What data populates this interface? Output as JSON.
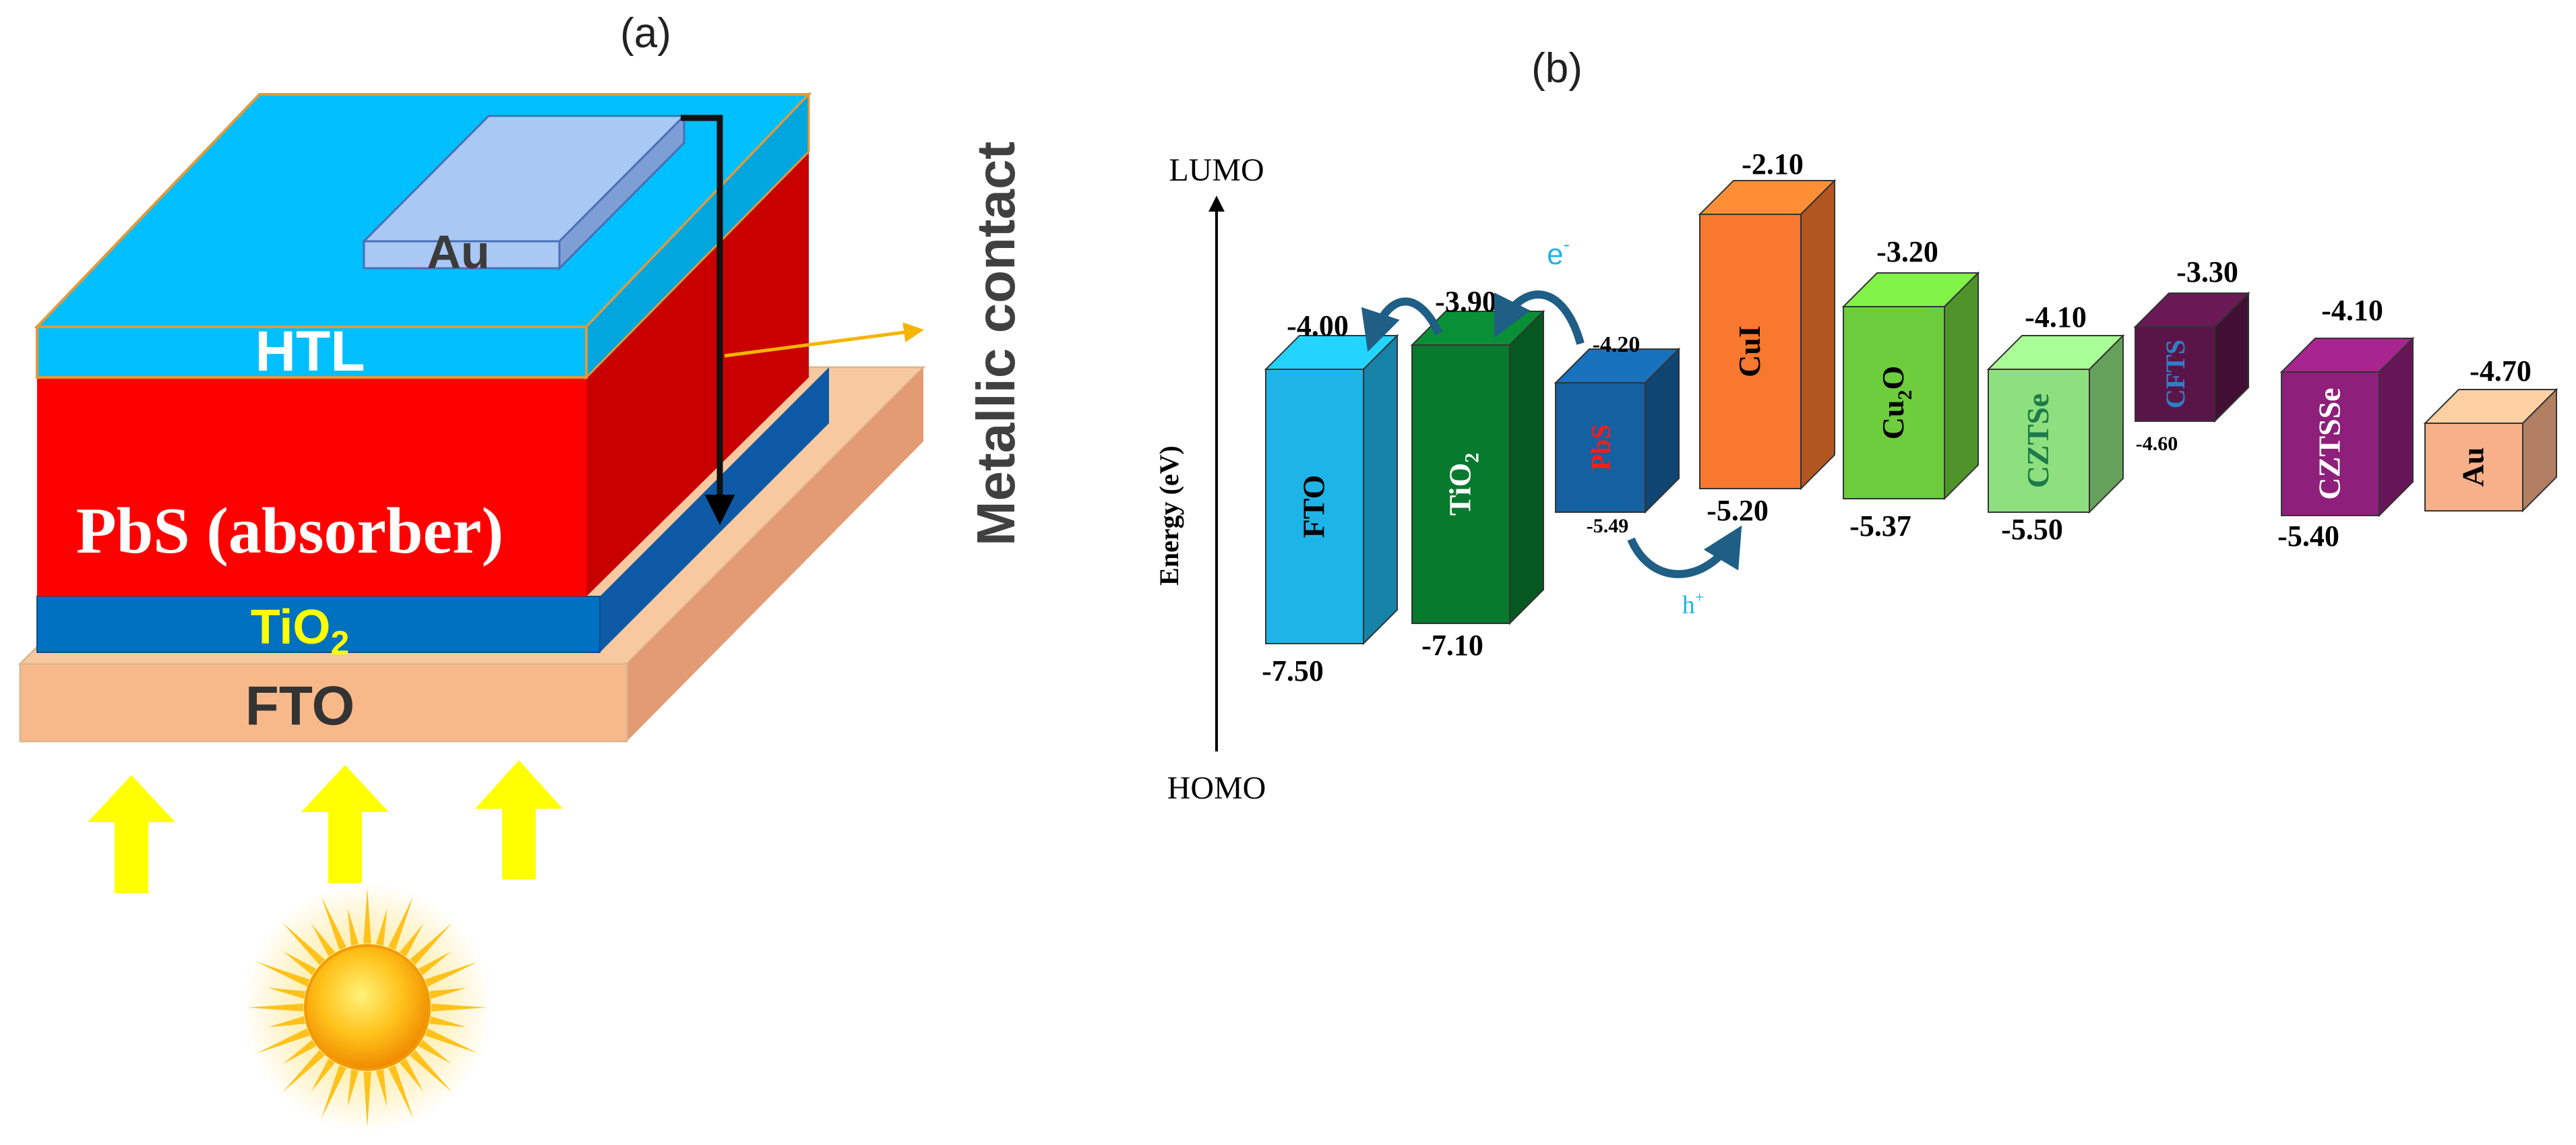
{
  "panel_a": {
    "caption": "(a)",
    "layers": {
      "au": "Au",
      "htl": "HTL",
      "absorber": "PbS (absorber)",
      "tio2_base": "TiO",
      "tio2_sub": "2",
      "fto": "FTO"
    },
    "side_label": "Metallic contact",
    "colors": {
      "htl": "#00BFFF",
      "absorber": "#FF0000",
      "tio2": "#0070C0",
      "fto": "#F8B98A",
      "au": "#A9C8F4",
      "light": "#FFFF00"
    }
  },
  "panel_b": {
    "caption": "(b)",
    "axis": {
      "top": "LUMO",
      "bottom": "HOMO",
      "ylabel": "Energy (eV)"
    },
    "carriers": {
      "electron": "e",
      "electron_sup": "-",
      "hole": "h",
      "hole_sup": "+"
    },
    "blocks": [
      {
        "label": "FTO",
        "lumo": "-4.00",
        "homo": "-7.50",
        "color": "#1EB4E8",
        "label_color": "#000000"
      },
      {
        "label": "TiO",
        "label_sub": "2",
        "lumo": "-3.90",
        "homo": "-7.10",
        "color": "#087A2E",
        "label_color": "#FFFFFF"
      },
      {
        "label": "PbS",
        "lumo": "-4.20",
        "homo": "-5.49",
        "color": "#1460A0",
        "label_color": "#FF1A1A"
      },
      {
        "label": "CuI",
        "lumo": "-2.10",
        "homo": "-5.20",
        "color": "#F7782E",
        "label_color": "#000000"
      },
      {
        "label": "Cu",
        "label_sub": "2",
        "label_tail": "O",
        "lumo": "-3.20",
        "homo": "-5.37",
        "color": "#6DCD3C",
        "label_color": "#000000"
      },
      {
        "label": "CZTSe",
        "lumo": "-4.10",
        "homo": "-5.50",
        "color": "#8EE07E",
        "label_color": "#1D7A4A"
      },
      {
        "label": "CFTS",
        "lumo": "-3.30",
        "homo": "-4.60",
        "color": "#5A1548",
        "label_color": "#2F7FC8"
      },
      {
        "label": "CZTSSe",
        "lumo": "-4.10",
        "homo": "-5.40",
        "color": "#8E1F7A",
        "label_color": "#FFFFFF"
      },
      {
        "label": "Au",
        "lumo": "-4.70",
        "homo": "",
        "color": "#F8B08A",
        "label_color": "#000000"
      }
    ]
  }
}
